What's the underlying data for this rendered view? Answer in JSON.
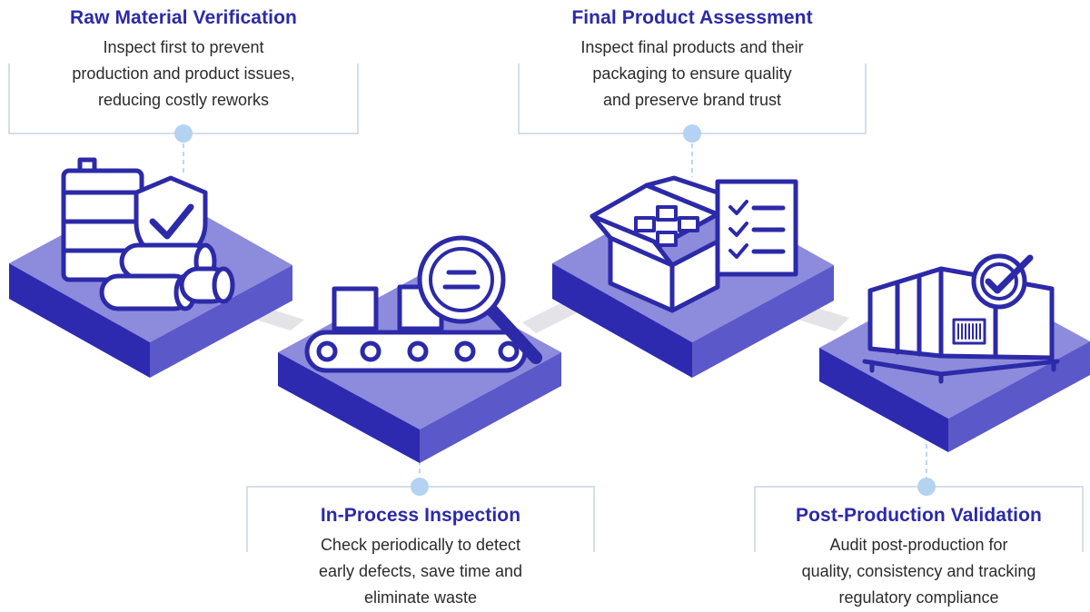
{
  "stages": [
    {
      "title": "Raw Material Verification",
      "description": "Inspect first to prevent\nproduction and product issues,\nreducing costly reworks",
      "icon": "barrels-shield-check-icon"
    },
    {
      "title": "In-Process Inspection",
      "description": "Check periodically to detect\nearly defects, save time and\neliminate waste",
      "icon": "conveyor-magnifier-icon"
    },
    {
      "title": "Final Product Assessment",
      "description": "Inspect final products and their\npackaging to ensure quality\nand preserve brand trust",
      "icon": "box-checklist-icon"
    },
    {
      "title": "Post-Production Validation",
      "description": "Audit post-production for\nquality, consistency and tracking\nregulatory compliance",
      "icon": "pallet-audit-icon"
    }
  ],
  "colors": {
    "title": "#2c2aa8",
    "body_text": "#2b2b2b",
    "platform_top": "#8d8bdc",
    "platform_left": "#2d2ab0",
    "platform_right": "#5b58c9",
    "icon_stroke": "#2c2aa8",
    "connector": "#e4e4e8",
    "dot": "#b4d3f3",
    "frame_line": "#c9d4e2"
  }
}
